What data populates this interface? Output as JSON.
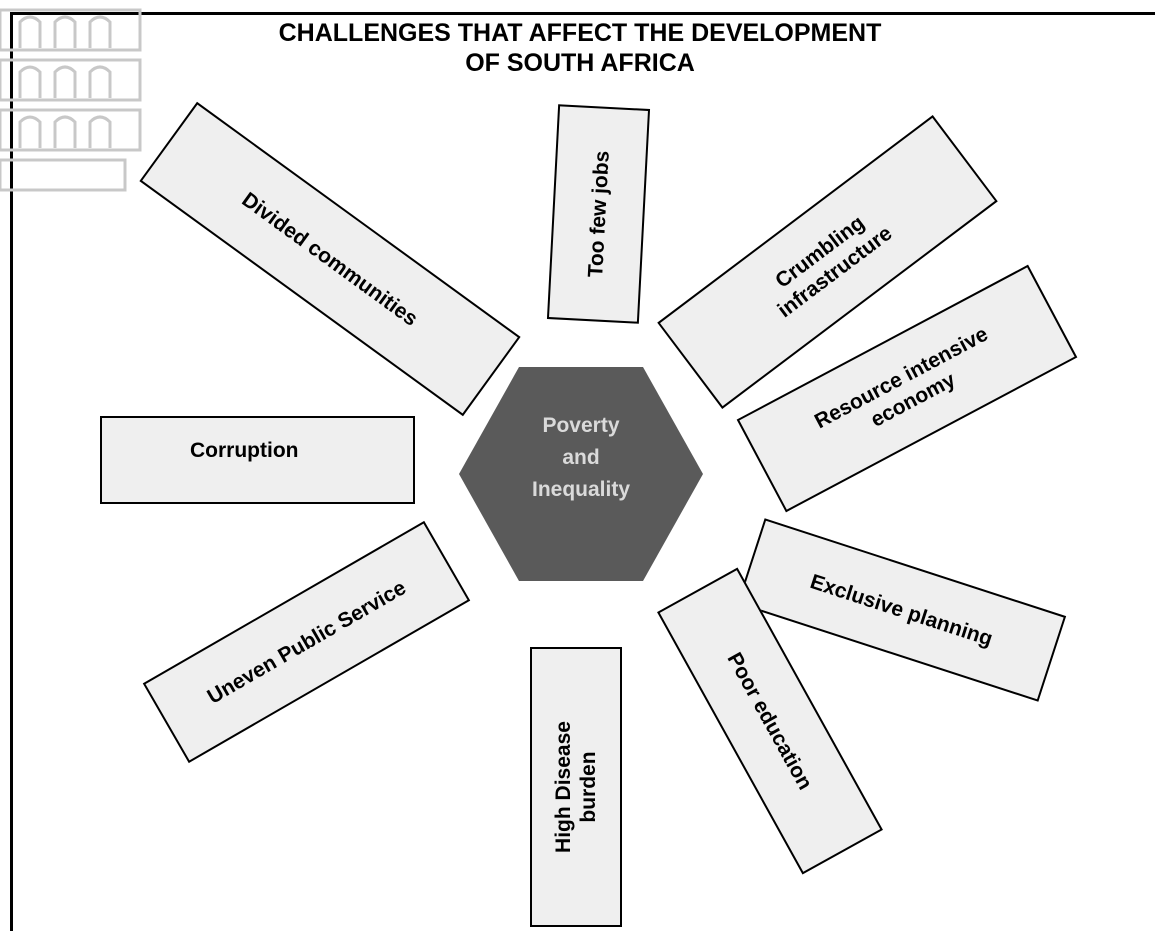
{
  "title": {
    "line1": "CHALLENGES THAT AFFECT THE DEVELOPMENT",
    "line2": "OF SOUTH AFRICA"
  },
  "center": {
    "line1": "Poverty",
    "line2": "and",
    "line3": "Inequality"
  },
  "challenges": {
    "divided_communities": "Divided communities",
    "too_few_jobs": "Too few jobs",
    "crumbling_infrastructure_1": "Crumbling",
    "crumbling_infrastructure_2": "infrastructure",
    "resource_intensive_1": "Resource intensive",
    "resource_intensive_2": "economy",
    "corruption": "Corruption",
    "exclusive_planning": "Exclusive planning",
    "uneven_public_service": "Uneven Public Service",
    "high_disease_1": "High Disease",
    "high_disease_2": "burden",
    "poor_education": "Poor education"
  },
  "colors": {
    "hexagon": "#5a5a5a",
    "box_fill": "#efefef",
    "hexagon_text": "#dadada"
  }
}
